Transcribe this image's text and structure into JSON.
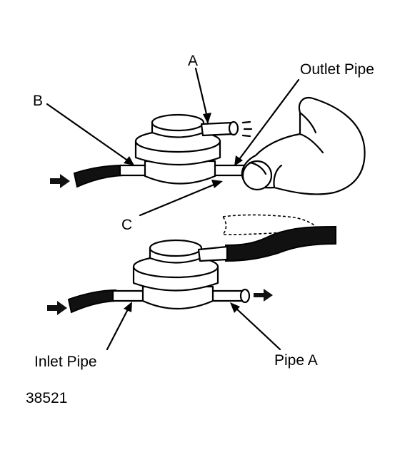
{
  "diagram": {
    "labels": {
      "a": "A",
      "b": "B",
      "c": "C",
      "outlet_pipe": "Outlet Pipe",
      "inlet_pipe": "Inlet Pipe",
      "pipe_a": "Pipe A"
    },
    "figure_number": "38521"
  }
}
